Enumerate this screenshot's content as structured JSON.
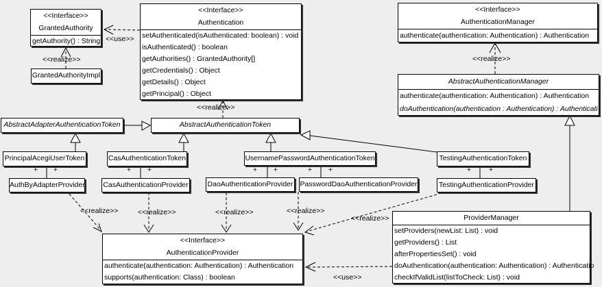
{
  "labels": {
    "interface": "<<Interface>>",
    "use": "<<use>>",
    "realize": "<<realize>>",
    "plus": "+"
  },
  "colors": {
    "background": "#eeeeee",
    "box_fill": "#ffffff",
    "line": "#000000",
    "shadow": "#2f2f2f"
  },
  "classes": {
    "granted_authority": {
      "name": "GrantedAuthority",
      "methods": [
        "getAuthority() : String"
      ]
    },
    "granted_authority_impl": {
      "name": "GrantedAuthorityImpl"
    },
    "authentication": {
      "name": "Authentication",
      "methods": [
        "setAuthenticated(isAuthenticated: boolean) : void",
        "isAuthenticated() : boolean",
        "getAuthorities() : GrantedAuthority[]",
        "getCredentials() : Object",
        "getDetails() : Object",
        "getPrincipal() : Object"
      ]
    },
    "authentication_manager": {
      "name": "AuthenticationManager",
      "methods": [
        "authenticate(authentication: Authentication) : Authentication"
      ]
    },
    "abstract_authentication_manager": {
      "name": "AbstractAuthenticationManager",
      "methods": [
        "authenticate(authentication: Authentication) : Authentication",
        "doAuthentication(authentication : Authentication) : Authenticati"
      ]
    },
    "abstract_adapter_authentication_token": {
      "name": "AbstractAdapterAuthenticationToken"
    },
    "abstract_authentication_token": {
      "name": "AbstractAuthenticationToken"
    },
    "principal_acegi_user_token": {
      "name": "PrincipalAcegiUserToken"
    },
    "cas_authentication_token": {
      "name": "CasAuthenticationToken"
    },
    "username_password_authentication_token": {
      "name": "UsernamePasswordAuthenticationToken"
    },
    "testing_authentication_token": {
      "name": "TestingAuthenticationToken"
    },
    "auth_by_adapter_provider": {
      "name": "AuthByAdapterProvider"
    },
    "cas_authentication_provider": {
      "name": "CasAuthenticationProvider"
    },
    "dao_authentication_provider": {
      "name": "DaoAuthenticationProvider"
    },
    "password_dao_authentication_provider": {
      "name": "PasswordDaoAuthenticationProvider"
    },
    "testing_authentication_provider": {
      "name": "TestingAuthenticationProvider"
    },
    "authentication_provider": {
      "name": "AuthenticationProvider",
      "methods": [
        "authenticate(authentication: Authentication) : Authentication",
        "supports(authentication: Class) : boolean"
      ]
    },
    "provider_manager": {
      "name": "ProviderManager",
      "methods": [
        "setProviders(newList: List) : void",
        "getProviders() : List",
        "afterPropertiesSet() : void",
        "doAuthentication(authentication: Authentication) : Authenticatio",
        "checkIfValidList(listToCheck: List) : void"
      ]
    }
  }
}
